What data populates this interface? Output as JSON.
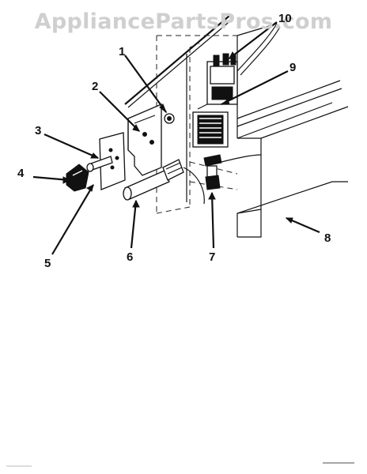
{
  "watermark": "AppliancePartsPros.com",
  "diagram": {
    "callouts": [
      {
        "id": "1",
        "label": "1"
      },
      {
        "id": "2",
        "label": "2"
      },
      {
        "id": "3",
        "label": "3"
      },
      {
        "id": "4",
        "label": "4"
      },
      {
        "id": "5",
        "label": "5"
      },
      {
        "id": "6",
        "label": "6"
      },
      {
        "id": "7",
        "label": "7"
      },
      {
        "id": "8",
        "label": "8"
      },
      {
        "id": "9",
        "label": "9"
      },
      {
        "id": "10",
        "label": "10"
      }
    ]
  }
}
